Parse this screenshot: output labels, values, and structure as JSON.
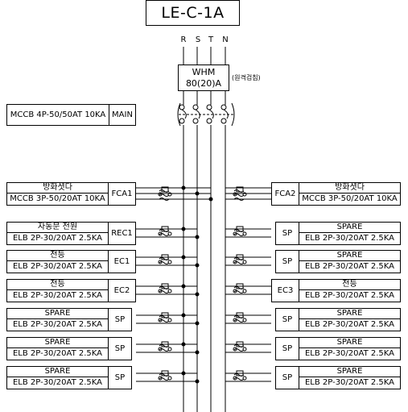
{
  "title": "LE-C-1A",
  "phases": [
    "R",
    "S",
    "T",
    "N"
  ],
  "meter": {
    "line1": "WHM",
    "line2": "80(20)A",
    "note": "(원격검침)"
  },
  "main": {
    "spec": "MCCB 4P-50/50AT 10KA",
    "code": "MAIN"
  },
  "left": [
    {
      "top": "방화셧다",
      "bottom": "MCCB 3P-50/20AT 10KA",
      "code": "FCA1"
    },
    {
      "top": "자동문 전원",
      "bottom": "ELB 2P-30/20AT 2.5KA",
      "code": "REC1"
    },
    {
      "top": "전등",
      "bottom": "ELB 2P-30/20AT 2.5KA",
      "code": "EC1"
    },
    {
      "top": "전등",
      "bottom": "ELB 2P-30/20AT 2.5KA",
      "code": "EC2"
    },
    {
      "top": "SPARE",
      "bottom": "ELB 2P-30/20AT 2.5KA",
      "code": "SP"
    },
    {
      "top": "SPARE",
      "bottom": "ELB 2P-30/20AT 2.5KA",
      "code": "SP"
    },
    {
      "top": "SPARE",
      "bottom": "ELB 2P-30/20AT 2.5KA",
      "code": "SP"
    }
  ],
  "right": [
    {
      "top": "방화셧다",
      "bottom": "MCCB 3P-50/20AT 10KA",
      "code": "FCA2"
    },
    {
      "top": "SPARE",
      "bottom": "ELB 2P-30/20AT 2.5KA",
      "code": "SP"
    },
    {
      "top": "SPARE",
      "bottom": "ELB 2P-30/20AT 2.5KA",
      "code": "SP"
    },
    {
      "top": "전등",
      "bottom": "ELB 2P-30/20AT 2.5KA",
      "code": "EC3"
    },
    {
      "top": "SPARE",
      "bottom": "ELB 2P-30/20AT 2.5KA",
      "code": "SP"
    },
    {
      "top": "SPARE",
      "bottom": "ELB 2P-30/20AT 2.5KA",
      "code": "SP"
    },
    {
      "top": "SPARE",
      "bottom": "ELB 2P-30/20AT 2.5KA",
      "code": "SP"
    }
  ]
}
